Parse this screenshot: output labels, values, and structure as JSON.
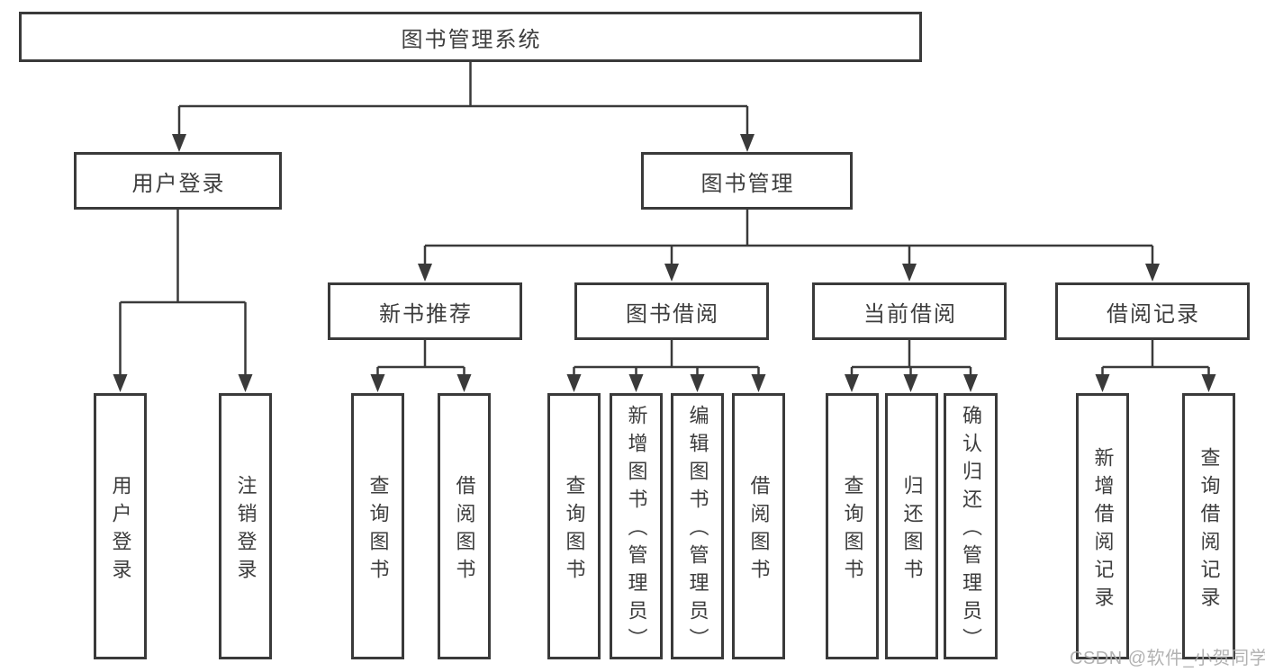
{
  "nodes": {
    "root": "图书管理系统",
    "user_login": "用户登录",
    "book_mgmt": "图书管理",
    "new_book_rec": "新书推荐",
    "book_borrow": "图书借阅",
    "current_borrow": "当前借阅",
    "borrow_record": "借阅记录",
    "ul_login": "用户登录",
    "ul_logout": "注销登录",
    "nbr_query": "查询图书",
    "nbr_borrow": "借阅图书",
    "bb_query": "查询图书",
    "bb_add": "新增图书（管理员）",
    "bb_edit": "编辑图书（管理员）",
    "bb_borrow": "借阅图书",
    "cb_query": "查询图书",
    "cb_return": "归还图书",
    "cb_confirm": "确认归还（管理员）",
    "br_add": "新增借阅记录",
    "br_query": "查询借阅记录"
  },
  "watermark": "CSDN @软件_小贺同学",
  "colors": {
    "line": "#3a3a3a",
    "text": "#3d3d3d",
    "watermark": "#aaaaaa",
    "background": "#ffffff"
  }
}
